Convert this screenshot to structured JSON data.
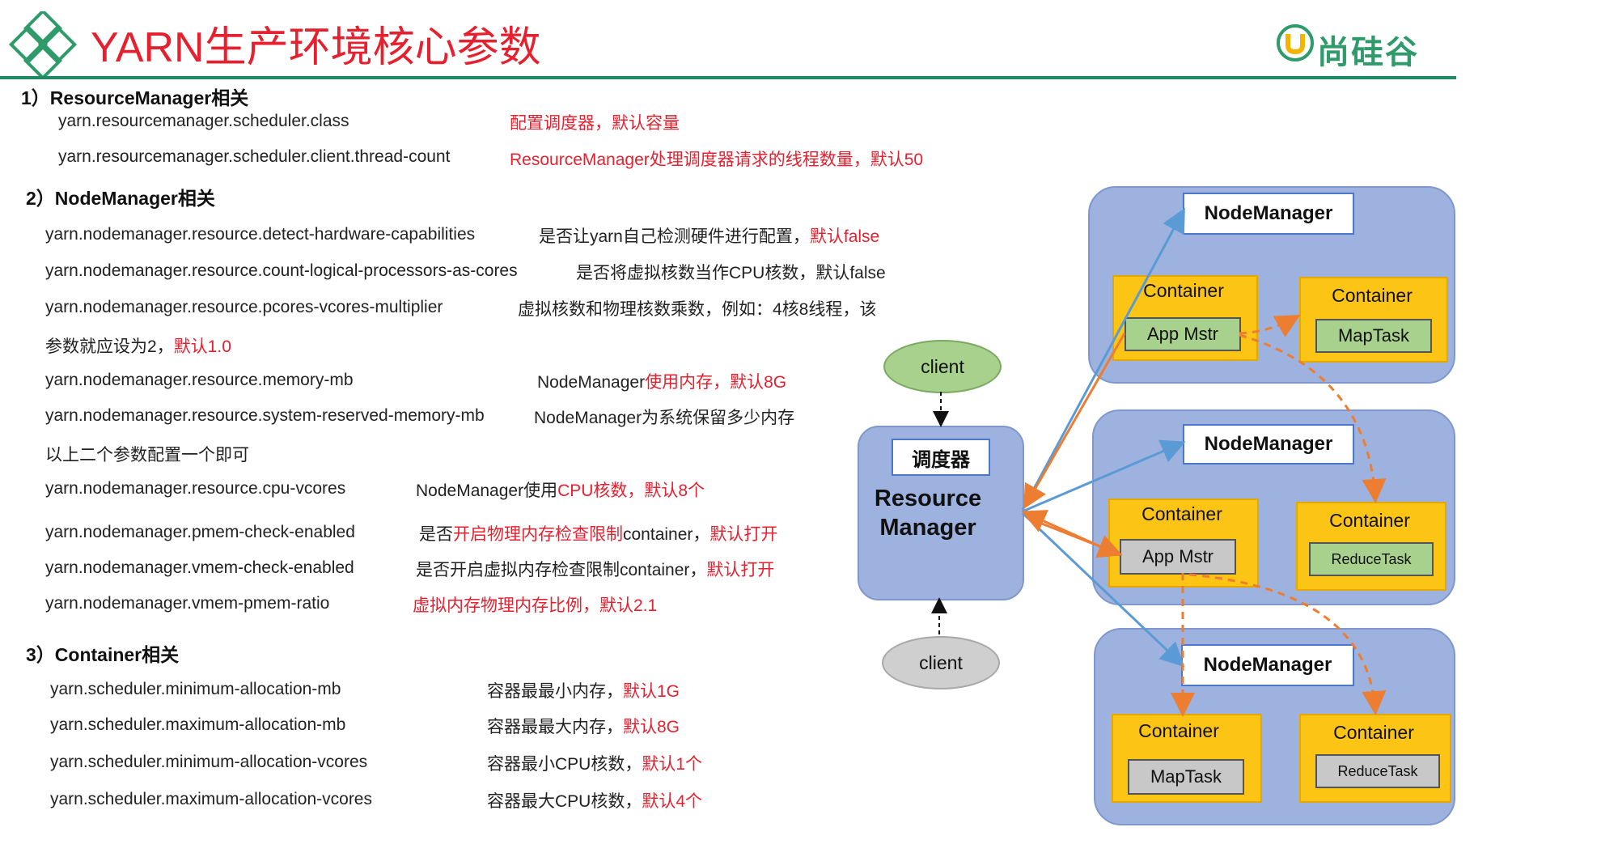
{
  "header": {
    "title": "YARN生产环境核心参数",
    "logo_text": "尚硅谷"
  },
  "sections": [
    {
      "heading": "1）ResourceManager相关",
      "items": [
        {
          "key": "yarn.resourcemanager.scheduler.class",
          "desc": "",
          "desc_red": "配置调度器，默认容量"
        },
        {
          "key": "yarn.resourcemanager.scheduler.client.thread-count",
          "desc": "",
          "desc_red": "ResourceManager处理调度器请求的线程数量，默认50"
        }
      ]
    },
    {
      "heading": "2）NodeManager相关",
      "items": [
        {
          "key": "yarn.nodemanager.resource.detect-hardware-capabilities",
          "desc": "是否让yarn自己检测硬件进行配置，",
          "desc_red": "默认false"
        },
        {
          "key": "yarn.nodemanager.resource.count-logical-processors-as-cores",
          "desc": "是否将虚拟核数当作CPU核数，默认false",
          "desc_red": ""
        },
        {
          "key": "yarn.nodemanager.resource.pcores-vcores-multiplier",
          "desc": "虚拟核数和物理核数乘数，例如：4核8线程，该",
          "desc_red": ""
        },
        {
          "key": "",
          "desc": "参数就应设为2，",
          "desc_red": "默认1.0"
        },
        {
          "key": "yarn.nodemanager.resource.memory-mb",
          "desc": "NodeManager",
          "desc_red": "使用内存，默认8G"
        },
        {
          "key": "yarn.nodemanager.resource.system-reserved-memory-mb",
          "desc": "NodeManager为系统保留多少内存",
          "desc_red": ""
        },
        {
          "key": "",
          "desc": "以上二个参数配置一个即可",
          "desc_red": ""
        },
        {
          "key": "yarn.nodemanager.resource.cpu-vcores",
          "desc": "NodeManager使用",
          "desc_red": "CPU核数，默认8个"
        },
        {
          "key": "yarn.nodemanager.pmem-check-enabled",
          "desc": "是否",
          "desc_red": "开启物理内存检查限制",
          "desc_tail": "container，",
          "desc_red2": "默认打开"
        },
        {
          "key": "yarn.nodemanager.vmem-check-enabled",
          "desc": "是否开启虚拟内存检查限制container，",
          "desc_red": "默认打开"
        },
        {
          "key": "yarn.nodemanager.vmem-pmem-ratio",
          "desc": "",
          "desc_red": "虚拟内存物理内存比例，默认2.1"
        }
      ]
    },
    {
      "heading": "3）Container相关",
      "items": [
        {
          "key": "yarn.scheduler.minimum-allocation-mb",
          "desc": "容器最最小内存，",
          "desc_red": "默认1G"
        },
        {
          "key": "yarn.scheduler.maximum-allocation-mb",
          "desc": "容器最最大内存，",
          "desc_red": "默认8G"
        },
        {
          "key": "yarn.scheduler.minimum-allocation-vcores",
          "desc": "容器最小CPU核数，",
          "desc_red": "默认1个"
        },
        {
          "key": "yarn.scheduler.maximum-allocation-vcores",
          "desc": "容器最大CPU核数，",
          "desc_red": "默认4个"
        }
      ]
    }
  ],
  "diagram": {
    "client_top": "client",
    "client_bottom": "client",
    "scheduler_label": "调度器",
    "rm_label_1": "Resource",
    "rm_label_2": "Manager",
    "nodes": [
      {
        "nm": "NodeManager",
        "c1": "Container",
        "c1_inner": "App Mstr",
        "c2": "Container",
        "c2_inner": "MapTask"
      },
      {
        "nm": "NodeManager",
        "c1": "Container",
        "c1_inner": "App Mstr",
        "c2": "Container",
        "c2_inner": "ReduceTask"
      },
      {
        "nm": "NodeManager",
        "c1": "Container",
        "c1_inner": "MapTask",
        "c2": "Container",
        "c2_inner": "ReduceTask"
      }
    ],
    "colors": {
      "node_bg": "#9db2de",
      "container_bg": "#fcc515",
      "green_inner": "#a9d18e",
      "gray_inner": "#c8c8c8",
      "blue_arrow": "#5b9bd5",
      "orange_arrow": "#ed7d31",
      "title_red": "#e5212f",
      "rule_green": "#1e8a64"
    }
  }
}
